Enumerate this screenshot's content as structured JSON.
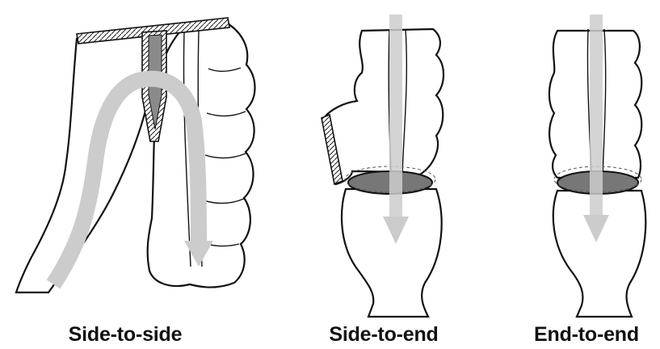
{
  "panels": [
    {
      "label": "Side-to-side"
    },
    {
      "label": "Side-to-end"
    },
    {
      "label": "End-to-end"
    }
  ],
  "colors": {
    "outline": "#111111",
    "arrow": "#cccccc",
    "anastomosis": "#777777",
    "background": "#ffffff"
  },
  "icons": [
    "intestine-outline",
    "flow-arrow",
    "staple-line",
    "anastomosis-ring"
  ]
}
